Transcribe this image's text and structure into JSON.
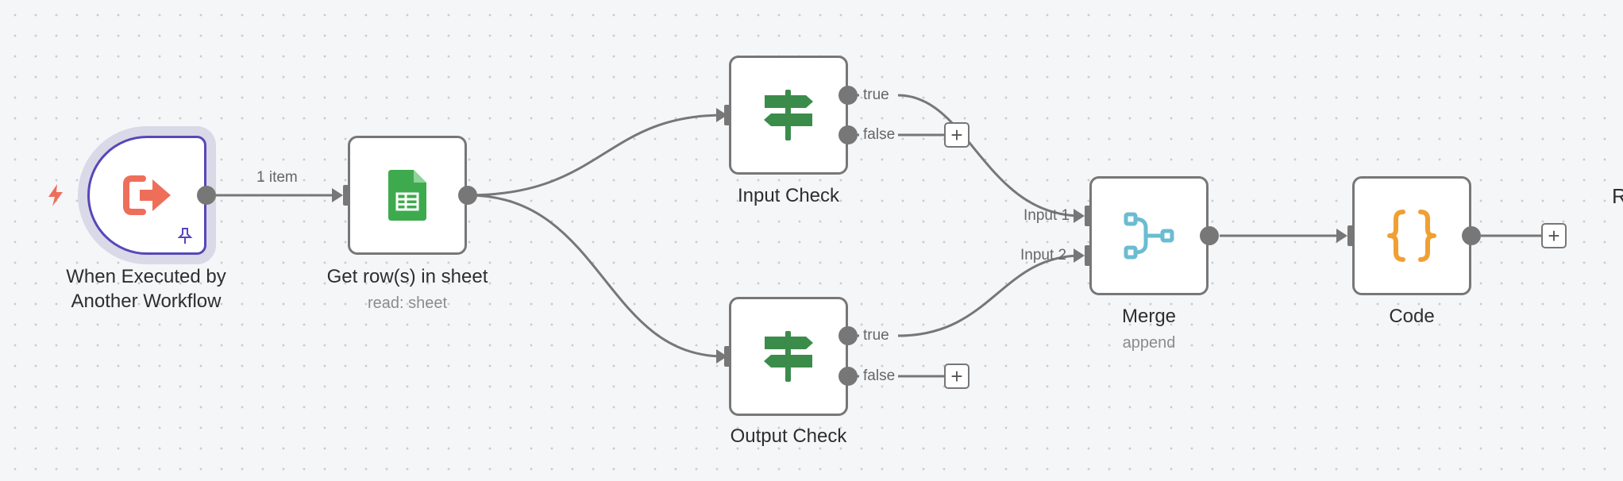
{
  "nodes": {
    "trigger": {
      "title_line1": "When Executed by",
      "title_line2": "Another Workflow"
    },
    "sheet": {
      "title": "Get row(s) in sheet",
      "subtitle": "read: sheet"
    },
    "input_check": {
      "title": "Input Check",
      "true_label": "true",
      "false_label": "false"
    },
    "output_check": {
      "title": "Output Check",
      "true_label": "true",
      "false_label": "false"
    },
    "merge": {
      "title": "Merge",
      "subtitle": "append",
      "input1_label": "Input 1",
      "input2_label": "Input 2"
    },
    "code": {
      "title": "Code"
    }
  },
  "edges": {
    "trigger_to_sheet_label": "1 item"
  },
  "cutoff_text": "R",
  "plus_symbol": "+",
  "colors": {
    "trigger_icon": "#ee6e5a",
    "sheets_green": "#3eaa4e",
    "if_green": "#3b8c4b",
    "merge_teal": "#6bbcd1",
    "code_orange": "#f0a033",
    "trigger_border": "#5747b8",
    "edge_gray": "#777777"
  },
  "icons": {
    "trigger": "sign-out-arrow-icon",
    "pin": "pin-icon",
    "bolt": "lightning-bolt-icon",
    "sheet": "google-sheets-icon",
    "if": "signpost-icon",
    "merge": "merge-branches-icon",
    "code": "curly-braces-icon"
  }
}
